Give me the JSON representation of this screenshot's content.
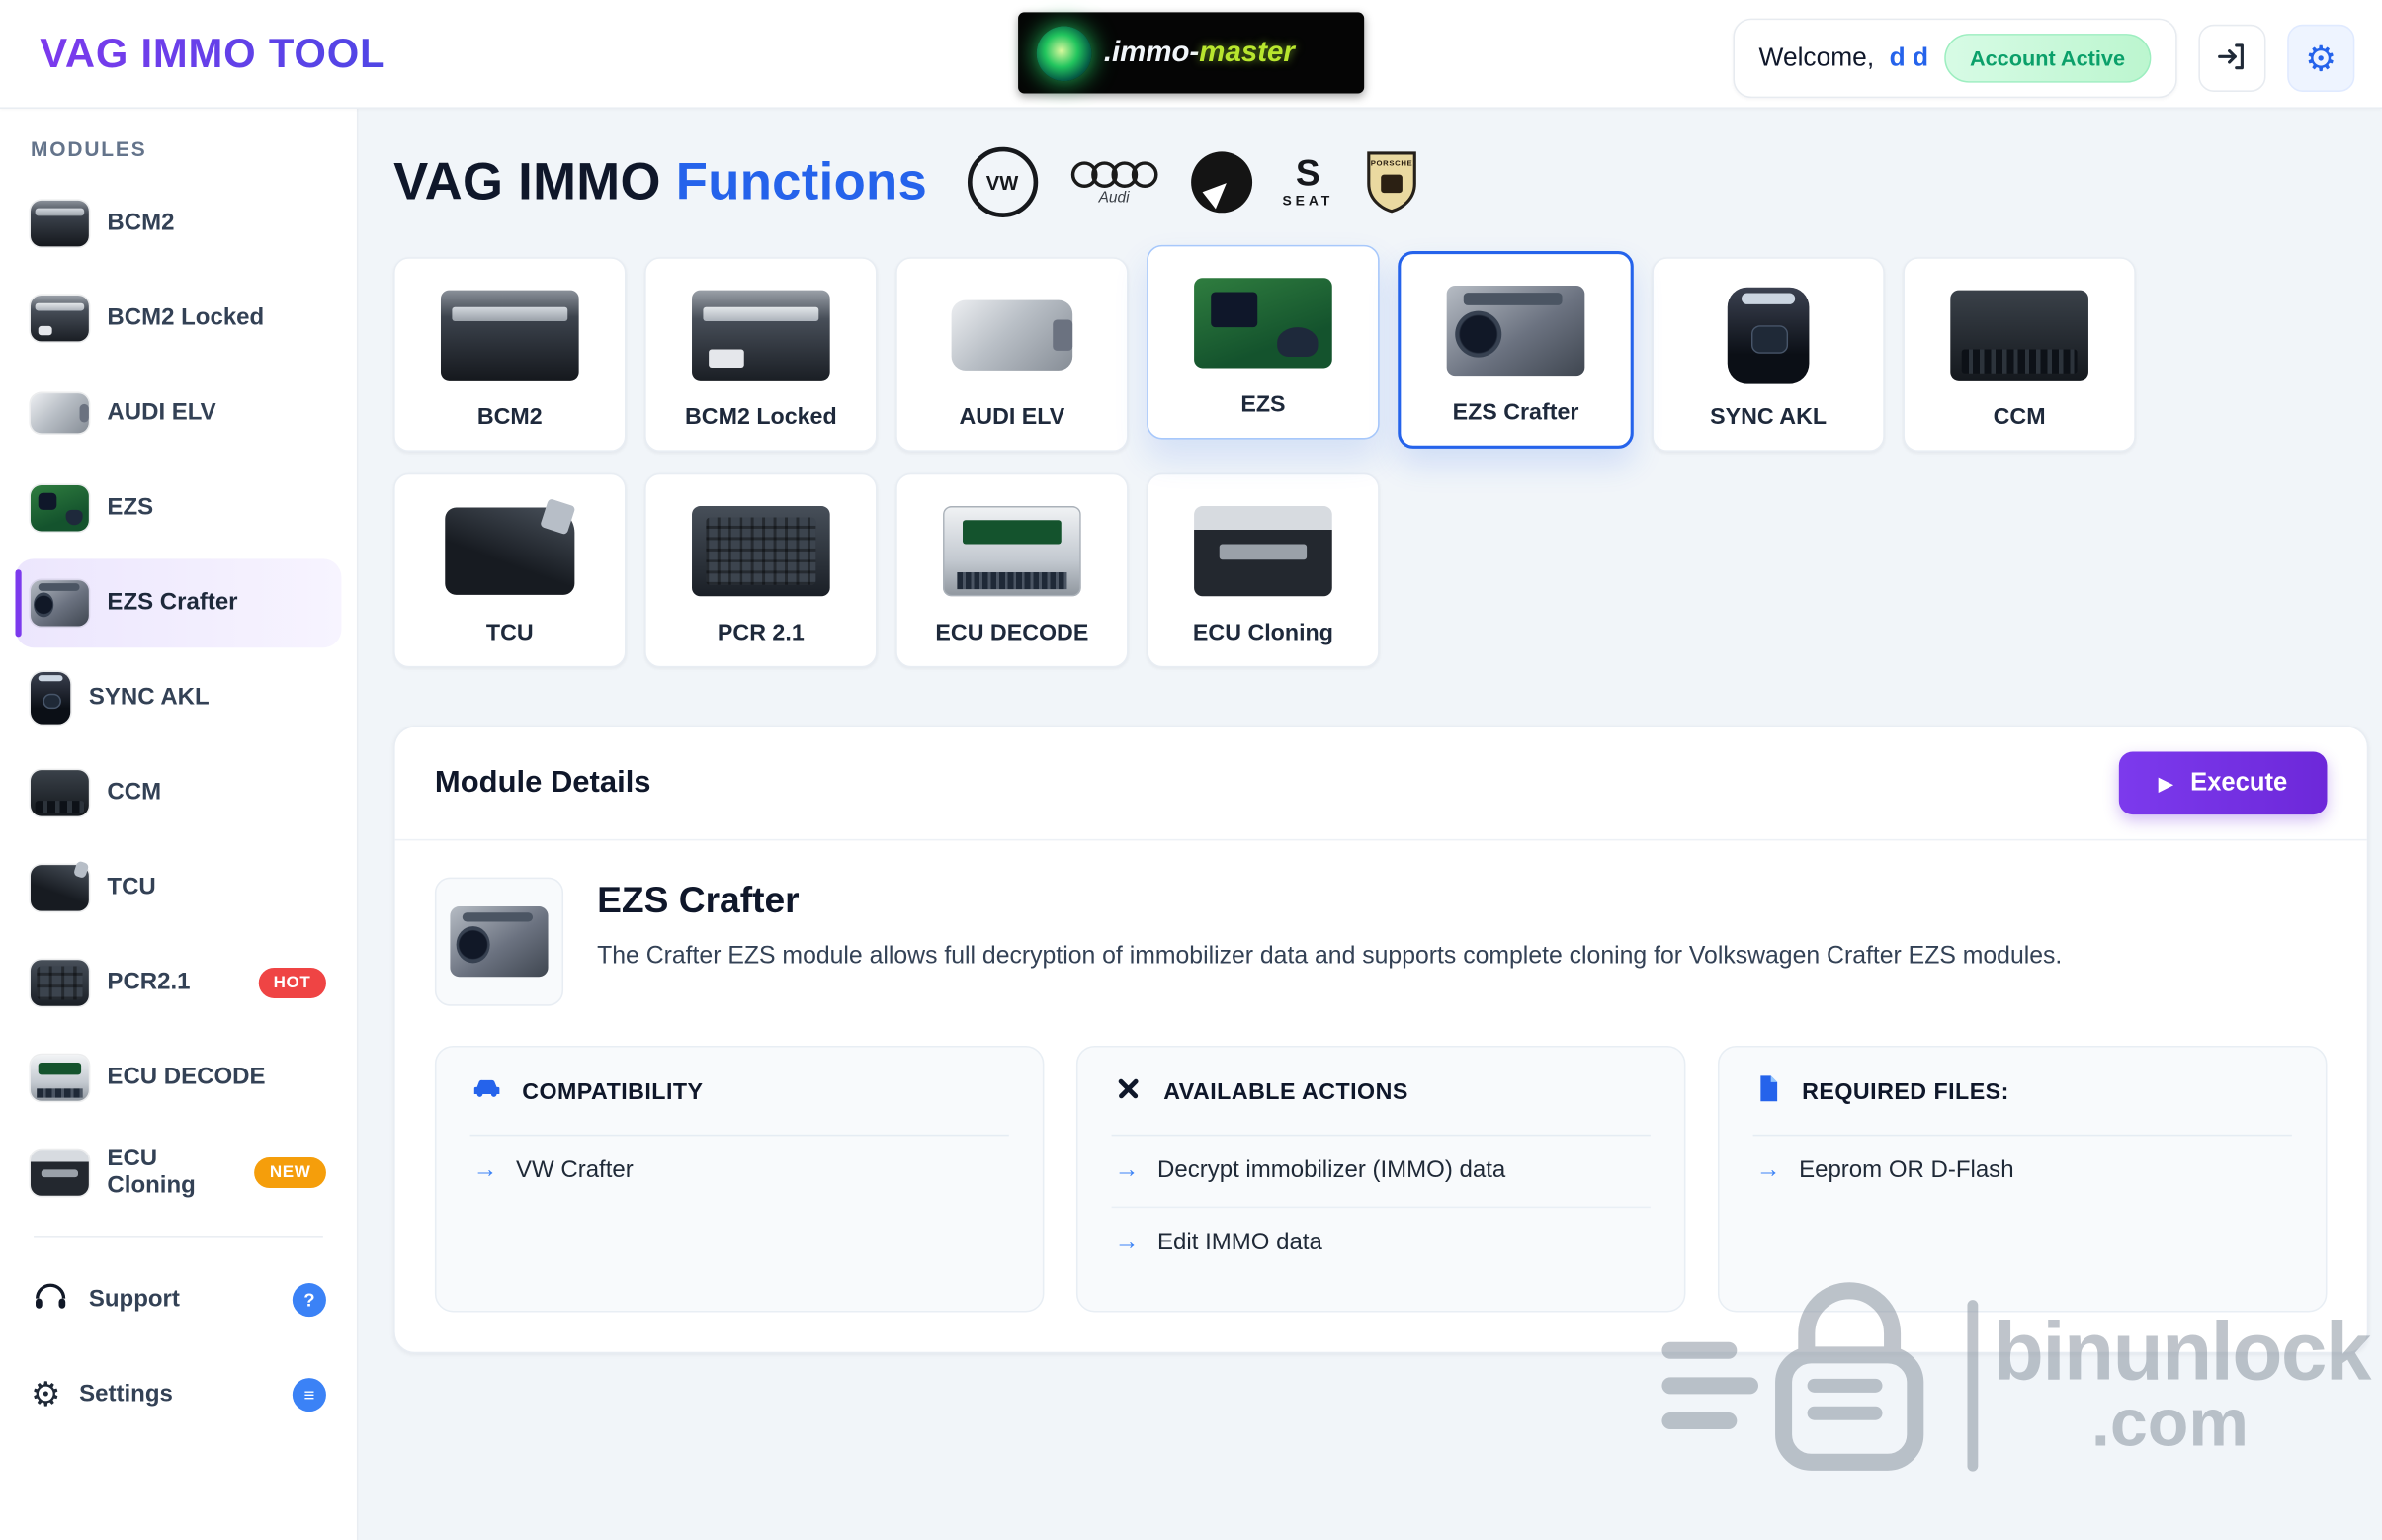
{
  "header": {
    "logo": "VAG IMMO TOOL",
    "banner": {
      "part1": ".immo-",
      "part2": "master"
    },
    "welcome_prefix": "Welcome,",
    "username": "d d",
    "account_badge": "Account Active"
  },
  "sidebar": {
    "heading": "MODULES",
    "items": [
      {
        "label": "BCM2"
      },
      {
        "label": "BCM2 Locked"
      },
      {
        "label": "AUDI ELV"
      },
      {
        "label": "EZS"
      },
      {
        "label": "EZS Crafter"
      },
      {
        "label": "SYNC AKL"
      },
      {
        "label": "CCM"
      },
      {
        "label": "TCU"
      },
      {
        "label": "PCR2.1",
        "badge": "HOT"
      },
      {
        "label": "ECU DECODE"
      },
      {
        "label": "ECU Cloning",
        "badge": "NEW"
      }
    ],
    "support_label": "Support",
    "settings_label": "Settings"
  },
  "main": {
    "title_primary": "VAG IMMO",
    "title_secondary": "Functions",
    "brands": {
      "vw": "VW",
      "audi": "Audi",
      "seat_letter": "S",
      "seat": "SEAT",
      "porsche": "PORSCHE"
    },
    "modules": [
      {
        "label": "BCM2"
      },
      {
        "label": "BCM2 Locked"
      },
      {
        "label": "AUDI ELV"
      },
      {
        "label": "EZS"
      },
      {
        "label": "EZS Crafter"
      },
      {
        "label": "SYNC AKL"
      },
      {
        "label": "CCM"
      },
      {
        "label": "TCU"
      },
      {
        "label": "PCR 2.1"
      },
      {
        "label": "ECU DECODE"
      },
      {
        "label": "ECU Cloning"
      }
    ],
    "details": {
      "panel_title": "Module Details",
      "execute_label": "Execute",
      "module_name": "EZS Crafter",
      "description": "The Crafter EZS module allows full decryption of immobilizer data and supports complete cloning for Volkswagen Crafter EZS modules.",
      "cards": [
        {
          "title": "COMPATIBILITY",
          "items": [
            "VW Crafter"
          ]
        },
        {
          "title": "AVAILABLE ACTIONS",
          "items": [
            "Decrypt immobilizer (IMMO) data",
            "Edit IMMO data"
          ]
        },
        {
          "title": "REQUIRED FILES:",
          "items": [
            "Eeprom OR D-Flash"
          ]
        }
      ]
    }
  },
  "icons": {
    "arrow": "→",
    "play": "▶",
    "gear": "⚙"
  },
  "watermark": {
    "name": "binunlock",
    "tld": ".com"
  }
}
